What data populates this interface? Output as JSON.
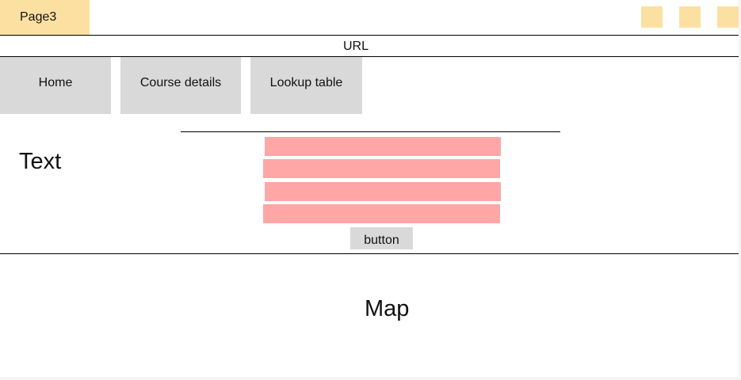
{
  "tab": {
    "label": "Page3"
  },
  "window_controls": [
    "control-1",
    "control-2",
    "control-3"
  ],
  "address_bar": {
    "label": "URL"
  },
  "nav": {
    "items": [
      {
        "label": "Home"
      },
      {
        "label": "Course details"
      },
      {
        "label": "Lookup table"
      }
    ]
  },
  "content": {
    "text_label": "Text",
    "list_item_count": 4,
    "button_label": "button"
  },
  "map": {
    "label": "Map"
  },
  "colors": {
    "tab": "#fce0a2",
    "nav": "#d9d9d9",
    "list_bar": "#ffa6a6",
    "line": "#000000"
  }
}
